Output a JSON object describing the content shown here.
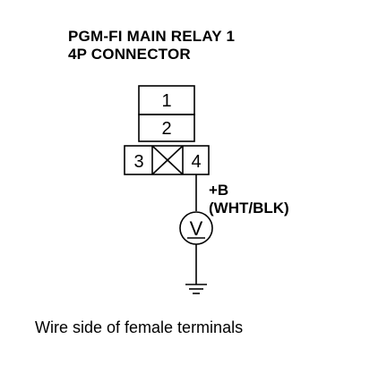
{
  "title": {
    "line1": "PGM-FI MAIN RELAY 1",
    "line2": "4P CONNECTOR"
  },
  "connector": {
    "terminals": [
      {
        "number": "1"
      },
      {
        "number": "2"
      },
      {
        "number": "3"
      },
      {
        "number": "4"
      }
    ]
  },
  "probe": {
    "label": "+B",
    "wire_color": "(WHT/BLK)",
    "meter_symbol": "V"
  },
  "caption": "Wire side of female terminals"
}
